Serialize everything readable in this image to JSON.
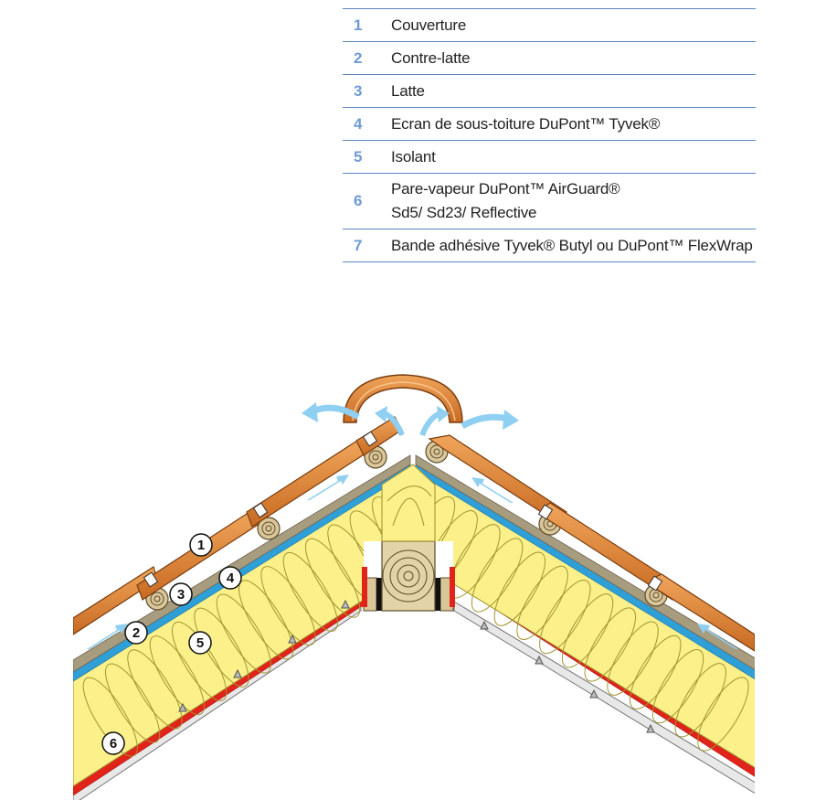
{
  "legend": {
    "items": [
      {
        "number": "1",
        "lines": [
          "Couverture"
        ]
      },
      {
        "number": "2",
        "lines": [
          "Contre-latte"
        ]
      },
      {
        "number": "3",
        "lines": [
          "Latte"
        ]
      },
      {
        "number": "4",
        "lines": [
          "Ecran de sous-toiture DuPont™ Tyvek®"
        ]
      },
      {
        "number": "5",
        "lines": [
          "Isolant"
        ]
      },
      {
        "number": "6",
        "lines": [
          "Pare-vapeur DuPont™ AirGuard®",
          "Sd5/ Sd23/ Reflective"
        ]
      },
      {
        "number": "7",
        "lines": [
          "Bande adhésive Tyvek® Butyl ou DuPont™ FlexWrap"
        ]
      }
    ]
  },
  "diagram": {
    "callouts": [
      "1",
      "2",
      "3",
      "4",
      "5",
      "6"
    ],
    "colors": {
      "tile": "#e08a3c",
      "tile_dark": "#b05a18",
      "counter_batten": "#a89c7e",
      "tyvek": "#2f9fd8",
      "insulation": "#fbf089",
      "vapour_barrier": "#e2231a",
      "airflow": "#8fd0f2",
      "timber": "#d9c79a"
    }
  }
}
